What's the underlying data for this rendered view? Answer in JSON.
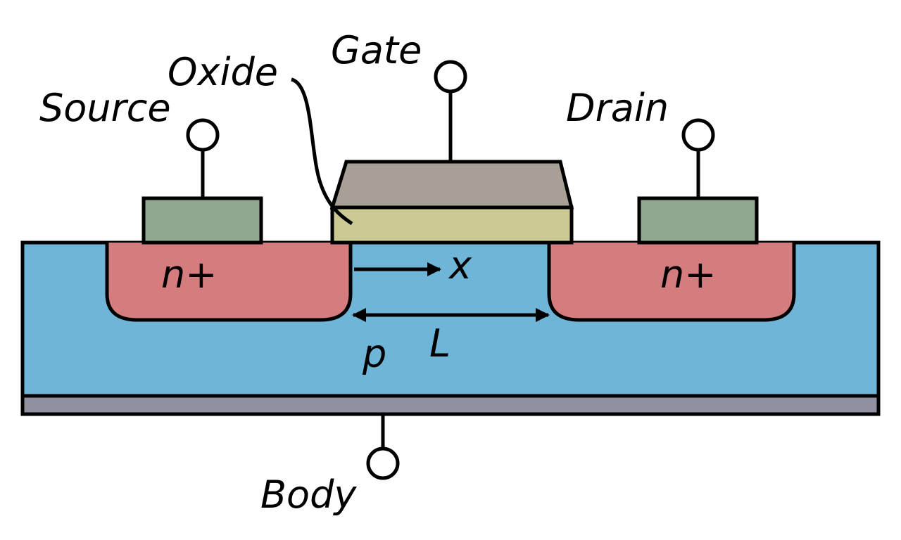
{
  "labels": {
    "source": "Source",
    "gate": "Gate",
    "drain": "Drain",
    "oxide": "Oxide",
    "body": "Body",
    "n_plus_left": "n+",
    "n_plus_right": "n+",
    "p_region": "p",
    "x_axis": "x",
    "channel_length": "L"
  },
  "colors": {
    "substrate": "#6fb5d7",
    "n_plus": "#d47c7e",
    "contact": "#90a890",
    "gate": "#a89f96",
    "oxide": "#ccca94",
    "body_contact": "#9090a0"
  }
}
